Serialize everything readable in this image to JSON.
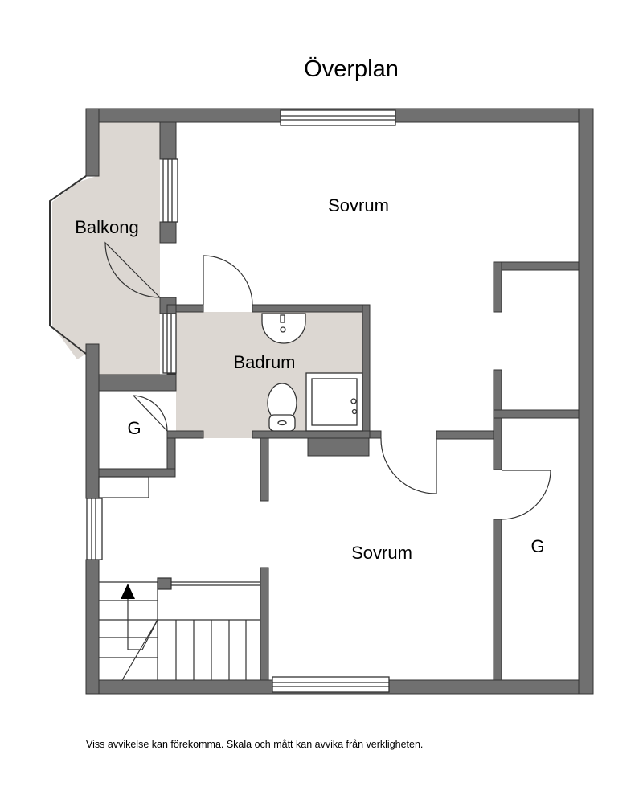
{
  "title": "Överplan",
  "rooms": {
    "sovrum_upper": "Sovrum",
    "balkong": "Balkong",
    "badrum": "Badrum",
    "g_left": "G",
    "sovrum_lower": "Sovrum",
    "g_right": "G"
  },
  "disclaimer": "Viss avvikelse kan förekomma. Skala och mått kan avvika från verkligheten.",
  "colors": {
    "wall": "#707070",
    "wall_outline": "#333333",
    "floor_shaded": "#dcd7d2"
  },
  "icons": {
    "stair_direction": "up-arrow-icon",
    "sink": "sink-icon",
    "toilet": "toilet-icon",
    "shower": "shower-icon"
  }
}
